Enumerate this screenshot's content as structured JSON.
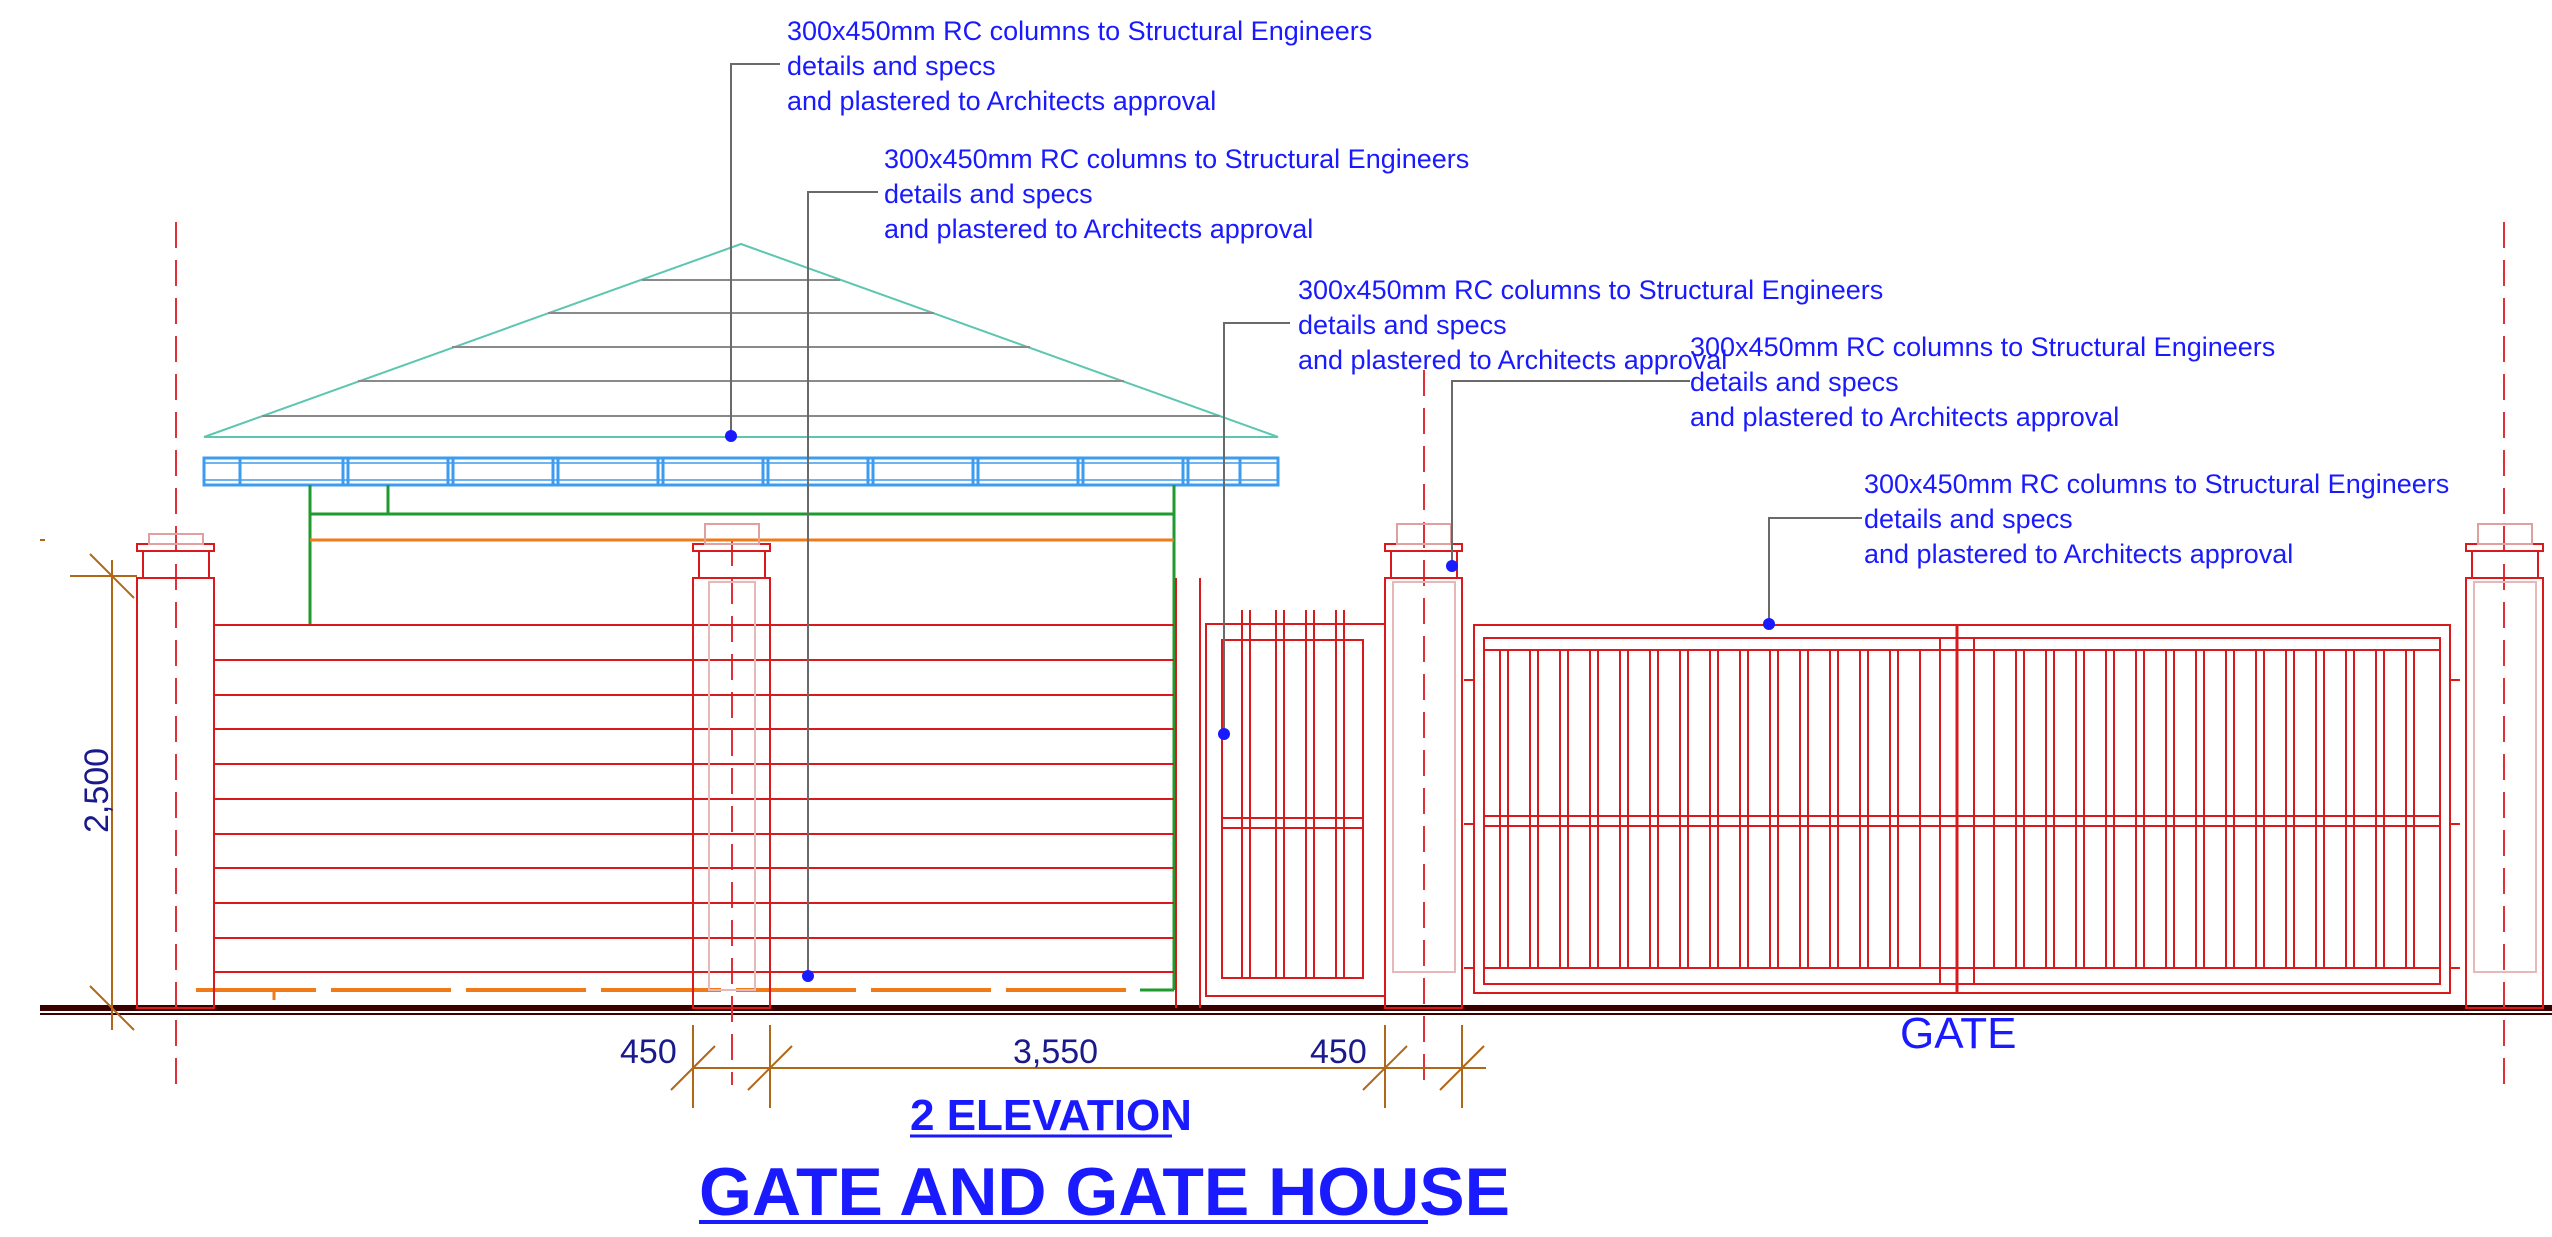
{
  "drawing": {
    "annotations": [
      {
        "line1": "300x450mm RC columns to Structural Engineers",
        "line2": "details and specs",
        "line3": "and plastered to Architects approval"
      },
      {
        "line1": "300x450mm RC columns to Structural Engineers",
        "line2": "details and specs",
        "line3": "and plastered to Architects approval"
      },
      {
        "line1": "300x450mm RC columns to Structural Engineers",
        "line2": "details and specs",
        "line3": "and plastered to Architects approval"
      },
      {
        "line1": "300x450mm RC columns to Structural Engineers",
        "line2": "details and specs",
        "line3": "and plastered to Architects approval"
      },
      {
        "line1": "300x450mm RC columns to Structural Engineers",
        "line2": "details and specs",
        "line3": "and plastered to Architects approval"
      }
    ],
    "dimensions": {
      "height": "2,500",
      "column_left": "450",
      "span": "3,550",
      "column_right": "450"
    },
    "gate_label": "GATE",
    "subtitle": "2 ELEVATION",
    "title": "GATE AND GATE HOUSE"
  },
  "colors": {
    "text": "#1a1aff",
    "structure": "#d9191c",
    "roof": "#3d9bf0",
    "frame": "#1f9b2e",
    "beam": "#f07a18",
    "dimension": "#b06818"
  }
}
